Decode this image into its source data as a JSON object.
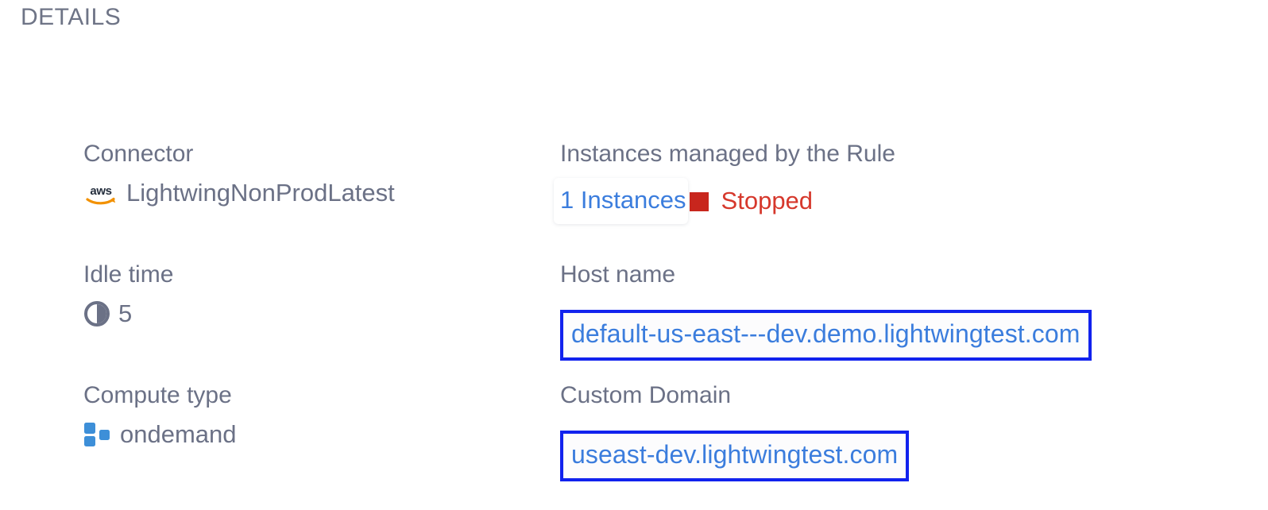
{
  "section": {
    "title": "DETAILS"
  },
  "colors": {
    "label": "#6b7186",
    "link": "#3b7ddd",
    "status_stopped": "#d6382c",
    "status_swatch": "#c8261d",
    "annotation_border": "#1122ee",
    "aws_orange": "#f29100",
    "aws_navy": "#252f3e",
    "compute_blue": "#3d8fd8"
  },
  "fields": {
    "connector": {
      "label": "Connector",
      "icon": "aws-logo-icon",
      "value": "LightwingNonProdLatest"
    },
    "idle_time": {
      "label": "Idle time",
      "icon": "pie-clock-icon",
      "value": "5"
    },
    "compute_type": {
      "label": "Compute type",
      "icon": "compute-squares-icon",
      "value": "ondemand"
    },
    "instances_managed": {
      "label": "Instances managed by the Rule",
      "link_text": "1 Instances",
      "status_icon": "stopped-square-icon",
      "status_text": "Stopped"
    },
    "host_name": {
      "label": "Host name",
      "value": "default-us-east---dev.demo.lightwingtest.com"
    },
    "custom_domain": {
      "label": "Custom Domain",
      "value": "useast-dev.lightwingtest.com"
    }
  }
}
